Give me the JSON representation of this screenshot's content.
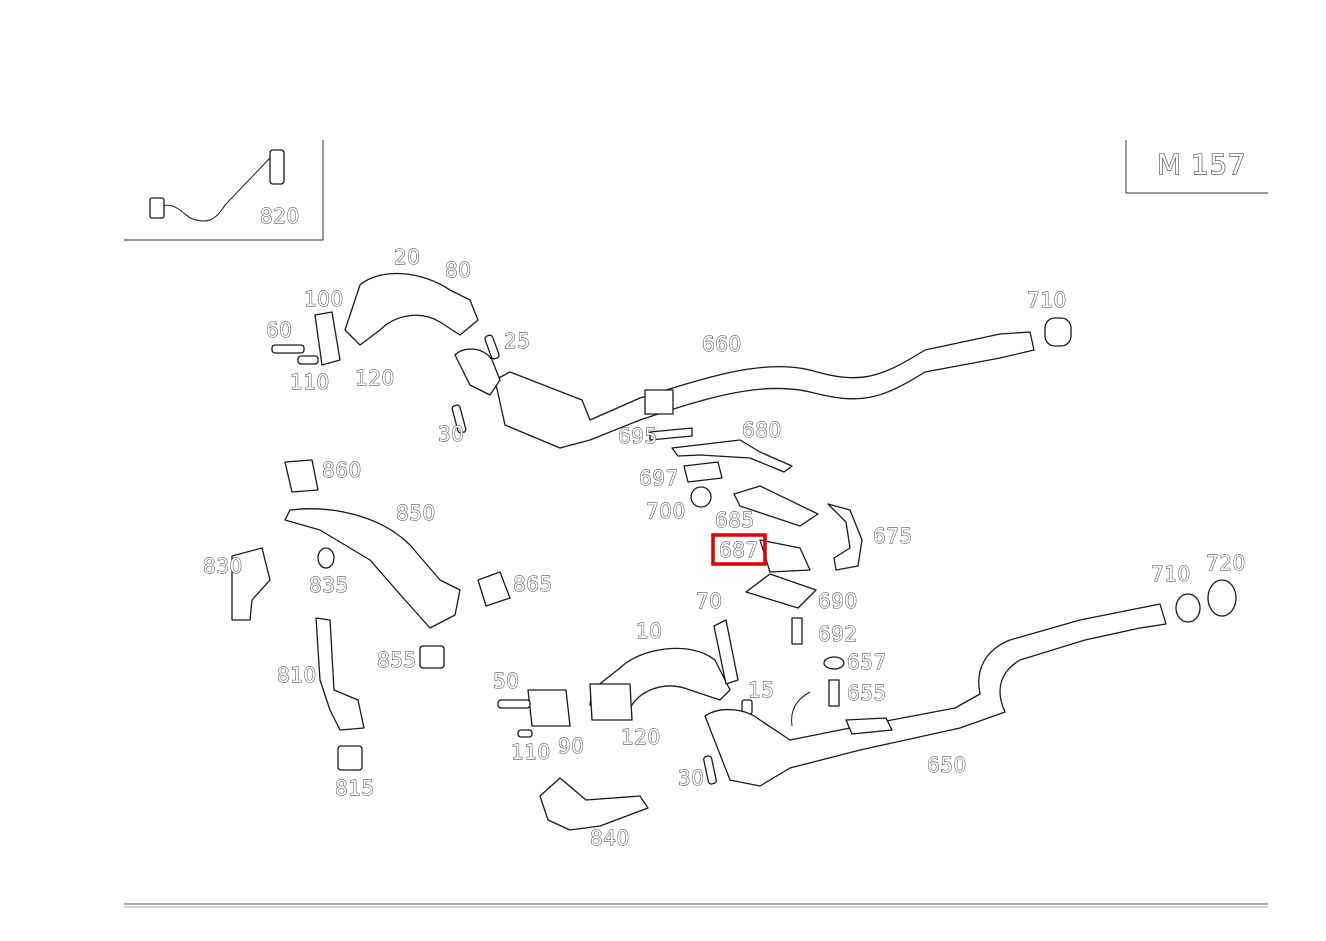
{
  "engine": {
    "label": "M 157"
  },
  "highlight": {
    "part": "687",
    "color": "#e00000"
  },
  "parts": {
    "p820": "820",
    "p20": "20",
    "p80": "80",
    "p100": "100",
    "p60": "60",
    "p25": "25",
    "p110a": "110",
    "p120a": "120",
    "p660": "660",
    "p710a": "710",
    "p30a": "30",
    "p695": "695",
    "p680": "680",
    "p697": "697",
    "p700": "700",
    "p685": "685",
    "p675": "675",
    "p687": "687",
    "p690": "690",
    "p692": "692",
    "p657": "657",
    "p655": "655",
    "p860": "860",
    "p850": "850",
    "p830": "830",
    "p835": "835",
    "p865": "865",
    "p855": "855",
    "p810": "810",
    "p815": "815",
    "p70": "70",
    "p10": "10",
    "p15": "15",
    "p50": "50",
    "p110b": "110",
    "p90": "90",
    "p120b": "120",
    "p30b": "30",
    "p840": "840",
    "p650": "650",
    "p710b": "710",
    "p720": "720"
  }
}
